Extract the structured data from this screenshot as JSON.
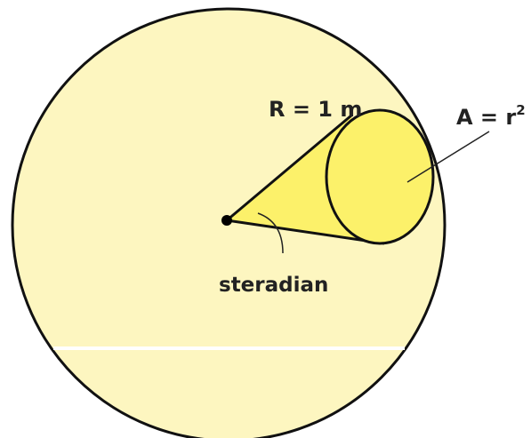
{
  "diagram": {
    "labels": {
      "radius": "R = 1 m",
      "area_base": "A = r",
      "area_exponent": "2",
      "angle": "steradian"
    },
    "colors": {
      "sphere_fill": "#fdf6c0",
      "cone_fill": "#fcf16a",
      "outline": "#111111",
      "apex_dot": "#000000",
      "background": "#ffffff"
    }
  }
}
